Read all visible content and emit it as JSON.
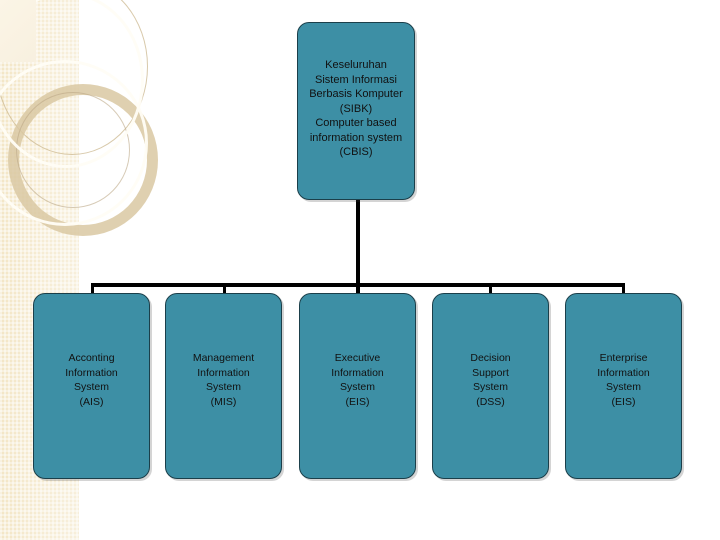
{
  "slide": {
    "background_color": "#ffffff",
    "accent_color": "#3d8fa5",
    "band_color": "#f5ead0",
    "line_color": "#000000",
    "title_alt": "Keseluruhan Sistem Informasi Berbasis Komputer (SIBK)"
  },
  "root": {
    "lines_id": [
      "Keseluruhan",
      "Sistem Informasi",
      "Berbasis Komputer",
      "(SIBK)"
    ],
    "lines_en": [
      "Computer based",
      "information system",
      "(CBIS)"
    ]
  },
  "children": [
    {
      "lines": [
        "Acconting",
        "Information",
        "System",
        "(AIS)"
      ],
      "abbr": "AIS"
    },
    {
      "lines": [
        "Management",
        "Information",
        "System",
        "(MIS)"
      ],
      "abbr": "MIS"
    },
    {
      "lines": [
        "Executive",
        "Information",
        "System",
        "(EIS)"
      ],
      "abbr": "EIS"
    },
    {
      "lines": [
        "Decision",
        "Support",
        "System",
        "(DSS)"
      ],
      "abbr": "DSS"
    },
    {
      "lines": [
        "Enterprise",
        "Information",
        "System",
        "(EIS)"
      ],
      "abbr": "EIS"
    }
  ]
}
